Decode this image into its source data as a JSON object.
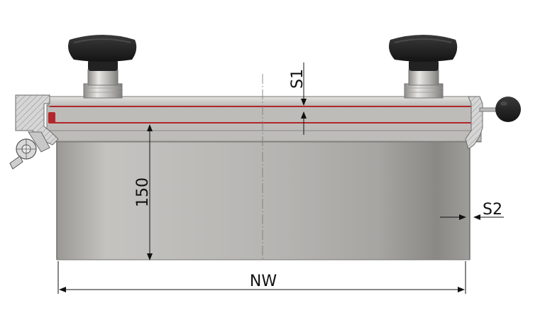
{
  "labels": {
    "s1": "S1",
    "s2": "S2",
    "height": "150",
    "nw": "NW"
  },
  "colors": {
    "steel_light": "#c9c8c6",
    "steel_dark": "#7d7c79",
    "knob": "#1c1c1c",
    "seal": "#b3262b",
    "section_hatch": "#8e8e8e",
    "dimension": "#111111"
  }
}
